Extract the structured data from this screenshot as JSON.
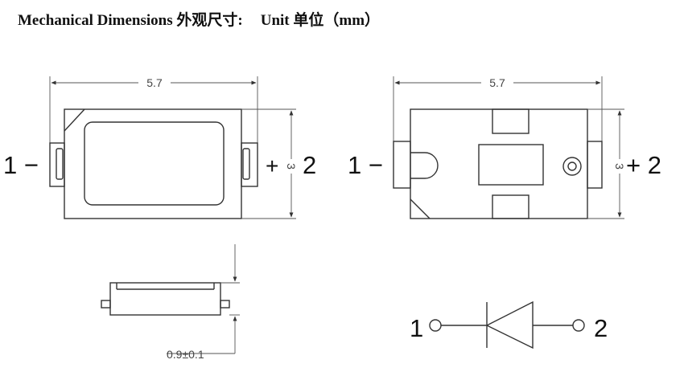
{
  "header": {
    "title": "Mechanical Dimensions 外观尺寸:",
    "unit": "Unit 单位（mm）"
  },
  "top_view": {
    "length_label": "5.7",
    "width_label": "3",
    "pin_left": "1 −",
    "pin_right": "+",
    "pin_right_num": "2"
  },
  "bottom_view": {
    "length_label": "5.7",
    "width_label": "3",
    "pin_left": "1 −",
    "pin_right": "+ 2"
  },
  "side_view": {
    "height_label": "0.9±0.1"
  },
  "schematic": {
    "pin1": "1",
    "pin2": "2"
  }
}
